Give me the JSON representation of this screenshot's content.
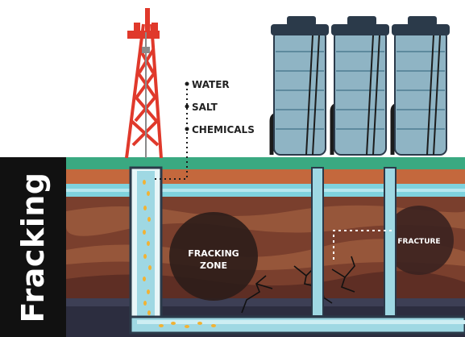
{
  "title": "Fracking",
  "additives": [
    "WATER",
    "SALT",
    "CHEMICALS"
  ],
  "zones": {
    "fracking_zone_line1": "FRACKING",
    "fracking_zone_line2": "ZONE",
    "fracture": "FRACTURE"
  },
  "colors": {
    "grass": "#3aa981",
    "topsoil": "#c4683d",
    "water_layer": "#7fd2dd",
    "rock_light": "#8a4a33",
    "rock_dark": "#6b3528",
    "rock_base": "#3d3f55",
    "pipe": "#9fd8e3",
    "derrick": "#e0392b",
    "tank": "#8fb4c4",
    "tank_dark": "#2b3a4a"
  }
}
